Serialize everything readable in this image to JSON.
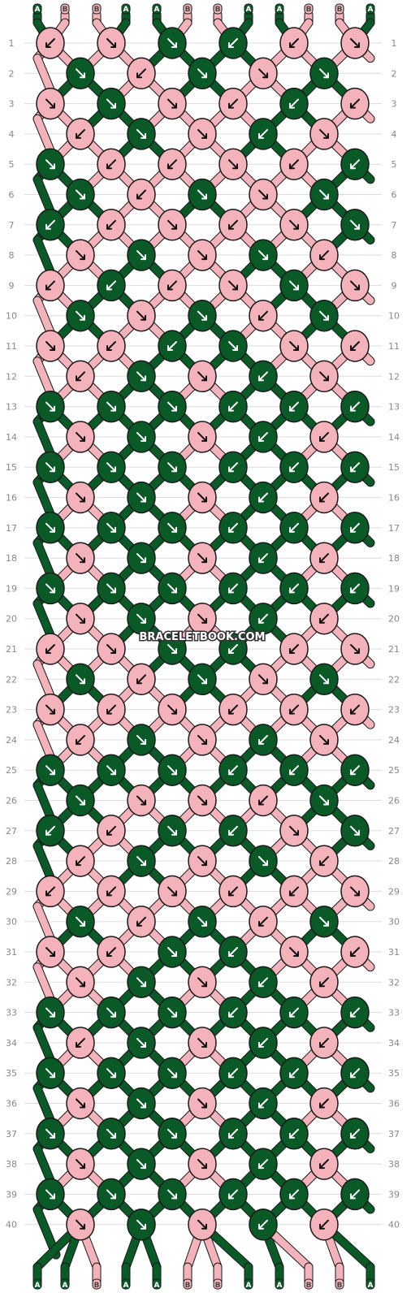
{
  "watermark": "BRACELETBOOK.COM",
  "colors": {
    "A": "#0a5a28",
    "B": "#f4b3bb",
    "outline": "#1a1a1a",
    "gridline": "#dddddd",
    "label": "#888888"
  },
  "strands_top": [
    "A",
    "B",
    "B",
    "A",
    "A",
    "B",
    "B",
    "A",
    "A",
    "B",
    "B",
    "A"
  ],
  "strands_bottom": [
    "A",
    "A",
    "B",
    "A",
    "A",
    "B",
    "B",
    "A",
    "A",
    "B",
    "B",
    "A"
  ],
  "row_labels": [
    "1",
    "2",
    "3",
    "4",
    "5",
    "6",
    "7",
    "8",
    "9",
    "10",
    "11",
    "12",
    "13",
    "14",
    "15",
    "16",
    "17",
    "18",
    "19",
    "20",
    "21",
    "22",
    "23",
    "24",
    "25",
    "26",
    "27",
    "28",
    "29",
    "30",
    "31",
    "32",
    "33",
    "34",
    "35",
    "36",
    "37",
    "38",
    "39",
    "40"
  ],
  "knots": {
    "1": [
      [
        "B",
        "sw"
      ],
      [
        "B",
        "se"
      ],
      [
        "A",
        "se"
      ],
      [
        "A",
        "sw"
      ],
      [
        "B",
        "sw"
      ],
      [
        "B",
        "se"
      ]
    ],
    "2": [
      [
        "A",
        "se"
      ],
      [
        "B",
        "sw"
      ],
      [
        "A",
        "se"
      ],
      [
        "B",
        "se"
      ],
      [
        "A",
        "se"
      ]
    ],
    "3": [
      [
        "B",
        "se"
      ],
      [
        "A",
        "se"
      ],
      [
        "B",
        "se"
      ],
      [
        "B",
        "sw"
      ],
      [
        "A",
        "sw"
      ],
      [
        "B",
        "sw"
      ]
    ],
    "4": [
      [
        "B",
        "sw"
      ],
      [
        "A",
        "se"
      ],
      [
        "B",
        "se"
      ],
      [
        "A",
        "sw"
      ],
      [
        "B",
        "se"
      ]
    ],
    "5": [
      [
        "A",
        "se"
      ],
      [
        "B",
        "sw"
      ],
      [
        "B",
        "sw"
      ],
      [
        "B",
        "se"
      ],
      [
        "B",
        "sw"
      ],
      [
        "A",
        "sw"
      ]
    ],
    "6": [
      [
        "A",
        "se"
      ],
      [
        "B",
        "sw"
      ],
      [
        "A",
        "se"
      ],
      [
        "B",
        "se"
      ],
      [
        "A",
        "se"
      ]
    ],
    "7": [
      [
        "A",
        "sw"
      ],
      [
        "B",
        "sw"
      ],
      [
        "B",
        "se"
      ],
      [
        "B",
        "sw"
      ],
      [
        "B",
        "se"
      ],
      [
        "A",
        "se"
      ]
    ],
    "8": [
      [
        "B",
        "se"
      ],
      [
        "A",
        "se"
      ],
      [
        "B",
        "se"
      ],
      [
        "A",
        "se"
      ],
      [
        "B",
        "sw"
      ]
    ],
    "9": [
      [
        "B",
        "sw"
      ],
      [
        "A",
        "sw"
      ],
      [
        "B",
        "sw"
      ],
      [
        "B",
        "se"
      ],
      [
        "A",
        "se"
      ],
      [
        "B",
        "se"
      ]
    ],
    "10": [
      [
        "A",
        "se"
      ],
      [
        "B",
        "se"
      ],
      [
        "A",
        "se"
      ],
      [
        "B",
        "sw"
      ],
      [
        "A",
        "se"
      ]
    ],
    "11": [
      [
        "B",
        "se"
      ],
      [
        "B",
        "sw"
      ],
      [
        "A",
        "sw"
      ],
      [
        "A",
        "se"
      ],
      [
        "B",
        "se"
      ],
      [
        "B",
        "sw"
      ]
    ],
    "12": [
      [
        "B",
        "sw"
      ],
      [
        "A",
        "se"
      ],
      [
        "B",
        "se"
      ],
      [
        "A",
        "sw"
      ],
      [
        "B",
        "se"
      ]
    ],
    "13": [
      [
        "A",
        "se"
      ],
      [
        "A",
        "se"
      ],
      [
        "A",
        "se"
      ],
      [
        "A",
        "sw"
      ],
      [
        "A",
        "sw"
      ],
      [
        "A",
        "sw"
      ]
    ],
    "14": [
      [
        "B",
        "se"
      ],
      [
        "A",
        "se"
      ],
      [
        "B",
        "se"
      ],
      [
        "A",
        "sw"
      ],
      [
        "B",
        "sw"
      ]
    ],
    "15": [
      [
        "A",
        "se"
      ],
      [
        "A",
        "se"
      ],
      [
        "A",
        "se"
      ],
      [
        "A",
        "sw"
      ],
      [
        "A",
        "sw"
      ],
      [
        "A",
        "sw"
      ]
    ],
    "16": [
      [
        "B",
        "se"
      ],
      [
        "A",
        "se"
      ],
      [
        "B",
        "se"
      ],
      [
        "A",
        "sw"
      ],
      [
        "B",
        "sw"
      ]
    ],
    "17": [
      [
        "A",
        "se"
      ],
      [
        "A",
        "se"
      ],
      [
        "A",
        "se"
      ],
      [
        "A",
        "sw"
      ],
      [
        "A",
        "sw"
      ],
      [
        "A",
        "sw"
      ]
    ],
    "18": [
      [
        "B",
        "se"
      ],
      [
        "A",
        "se"
      ],
      [
        "B",
        "se"
      ],
      [
        "A",
        "sw"
      ],
      [
        "B",
        "sw"
      ]
    ],
    "19": [
      [
        "A",
        "se"
      ],
      [
        "A",
        "se"
      ],
      [
        "A",
        "se"
      ],
      [
        "A",
        "sw"
      ],
      [
        "A",
        "sw"
      ],
      [
        "A",
        "sw"
      ]
    ],
    "20": [
      [
        "B",
        "se"
      ],
      [
        "A",
        "se"
      ],
      [
        "B",
        "se"
      ],
      [
        "A",
        "sw"
      ],
      [
        "B",
        "sw"
      ]
    ],
    "21": [
      [
        "B",
        "sw"
      ],
      [
        "B",
        "se"
      ],
      [
        "A",
        "se"
      ],
      [
        "A",
        "sw"
      ],
      [
        "B",
        "sw"
      ],
      [
        "B",
        "se"
      ]
    ],
    "22": [
      [
        "A",
        "se"
      ],
      [
        "B",
        "sw"
      ],
      [
        "A",
        "se"
      ],
      [
        "B",
        "se"
      ],
      [
        "A",
        "se"
      ]
    ],
    "23": [
      [
        "B",
        "se"
      ],
      [
        "B",
        "sw"
      ],
      [
        "B",
        "se"
      ],
      [
        "B",
        "sw"
      ],
      [
        "B",
        "sw"
      ],
      [
        "B",
        "sw"
      ]
    ],
    "24": [
      [
        "B",
        "sw"
      ],
      [
        "A",
        "se"
      ],
      [
        "B",
        "se"
      ],
      [
        "A",
        "sw"
      ],
      [
        "B",
        "se"
      ]
    ],
    "25": [
      [
        "A",
        "se"
      ],
      [
        "A",
        "se"
      ],
      [
        "A",
        "se"
      ],
      [
        "A",
        "sw"
      ],
      [
        "A",
        "sw"
      ],
      [
        "A",
        "sw"
      ]
    ],
    "26": [
      [
        "A",
        "se"
      ],
      [
        "B",
        "se"
      ],
      [
        "B",
        "se"
      ],
      [
        "B",
        "sw"
      ],
      [
        "A",
        "se"
      ]
    ],
    "27": [
      [
        "A",
        "sw"
      ],
      [
        "B",
        "sw"
      ],
      [
        "A",
        "se"
      ],
      [
        "A",
        "sw"
      ],
      [
        "B",
        "se"
      ],
      [
        "A",
        "se"
      ]
    ],
    "28": [
      [
        "B",
        "sw"
      ],
      [
        "A",
        "se"
      ],
      [
        "B",
        "se"
      ],
      [
        "A",
        "se"
      ],
      [
        "B",
        "sw"
      ]
    ],
    "29": [
      [
        "B",
        "sw"
      ],
      [
        "B",
        "sw"
      ],
      [
        "B",
        "se"
      ],
      [
        "B",
        "sw"
      ],
      [
        "B",
        "sw"
      ],
      [
        "B",
        "se"
      ]
    ],
    "30": [
      [
        "A",
        "se"
      ],
      [
        "B",
        "sw"
      ],
      [
        "A",
        "se"
      ],
      [
        "B",
        "sw"
      ],
      [
        "A",
        "se"
      ]
    ],
    "31": [
      [
        "B",
        "se"
      ],
      [
        "B",
        "sw"
      ],
      [
        "A",
        "se"
      ],
      [
        "A",
        "sw"
      ],
      [
        "B",
        "se"
      ],
      [
        "B",
        "sw"
      ]
    ],
    "32": [
      [
        "B",
        "se"
      ],
      [
        "A",
        "se"
      ],
      [
        "B",
        "se"
      ],
      [
        "A",
        "sw"
      ],
      [
        "B",
        "sw"
      ]
    ],
    "33": [
      [
        "A",
        "se"
      ],
      [
        "A",
        "se"
      ],
      [
        "A",
        "se"
      ],
      [
        "A",
        "sw"
      ],
      [
        "A",
        "sw"
      ],
      [
        "A",
        "sw"
      ]
    ],
    "34": [
      [
        "B",
        "sw"
      ],
      [
        "A",
        "se"
      ],
      [
        "B",
        "se"
      ],
      [
        "A",
        "sw"
      ],
      [
        "B",
        "sw"
      ]
    ],
    "35": [
      [
        "A",
        "se"
      ],
      [
        "A",
        "se"
      ],
      [
        "A",
        "se"
      ],
      [
        "A",
        "sw"
      ],
      [
        "A",
        "sw"
      ],
      [
        "A",
        "sw"
      ]
    ],
    "36": [
      [
        "B",
        "se"
      ],
      [
        "A",
        "se"
      ],
      [
        "B",
        "se"
      ],
      [
        "A",
        "sw"
      ],
      [
        "B",
        "sw"
      ]
    ],
    "37": [
      [
        "A",
        "se"
      ],
      [
        "A",
        "se"
      ],
      [
        "A",
        "se"
      ],
      [
        "A",
        "sw"
      ],
      [
        "A",
        "sw"
      ],
      [
        "A",
        "sw"
      ]
    ],
    "38": [
      [
        "B",
        "se"
      ],
      [
        "A",
        "se"
      ],
      [
        "B",
        "se"
      ],
      [
        "A",
        "sw"
      ],
      [
        "B",
        "sw"
      ]
    ],
    "39": [
      [
        "A",
        "se"
      ],
      [
        "A",
        "se"
      ],
      [
        "A",
        "se"
      ],
      [
        "A",
        "sw"
      ],
      [
        "A",
        "sw"
      ],
      [
        "A",
        "sw"
      ]
    ],
    "40": [
      [
        "B",
        "se"
      ],
      [
        "A",
        "se"
      ],
      [
        "B",
        "se"
      ],
      [
        "A",
        "sw"
      ],
      [
        "B",
        "sw"
      ]
    ]
  }
}
